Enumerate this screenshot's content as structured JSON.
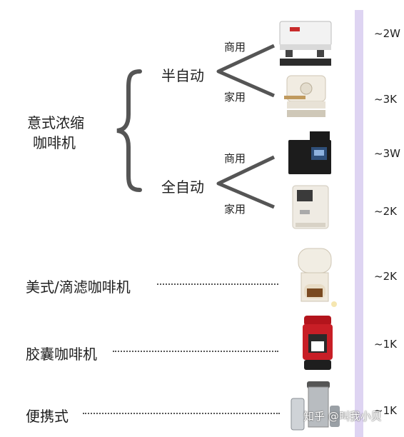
{
  "categories": {
    "espresso": "意式浓缩\n咖啡机",
    "espresso_line1": "意式浓缩",
    "espresso_line2": "咖啡机",
    "semi_auto": "半自动",
    "full_auto": "全自动",
    "drip": "美式/滴滤咖啡机",
    "capsule": "胶囊咖啡机",
    "portable": "便携式"
  },
  "usage": {
    "commercial": "商用",
    "home": "家用"
  },
  "prices": {
    "semi_commercial": "~2W",
    "semi_home": "~3K",
    "full_commercial": "~3W",
    "full_home": "~2K",
    "drip": "~2K",
    "capsule": "~1K",
    "portable": "~1K"
  },
  "watermark": "知乎 @叫我小贝",
  "colors": {
    "accent_bar": "#ded4f2",
    "brace": "#555555",
    "text": "#1e1e1e"
  }
}
